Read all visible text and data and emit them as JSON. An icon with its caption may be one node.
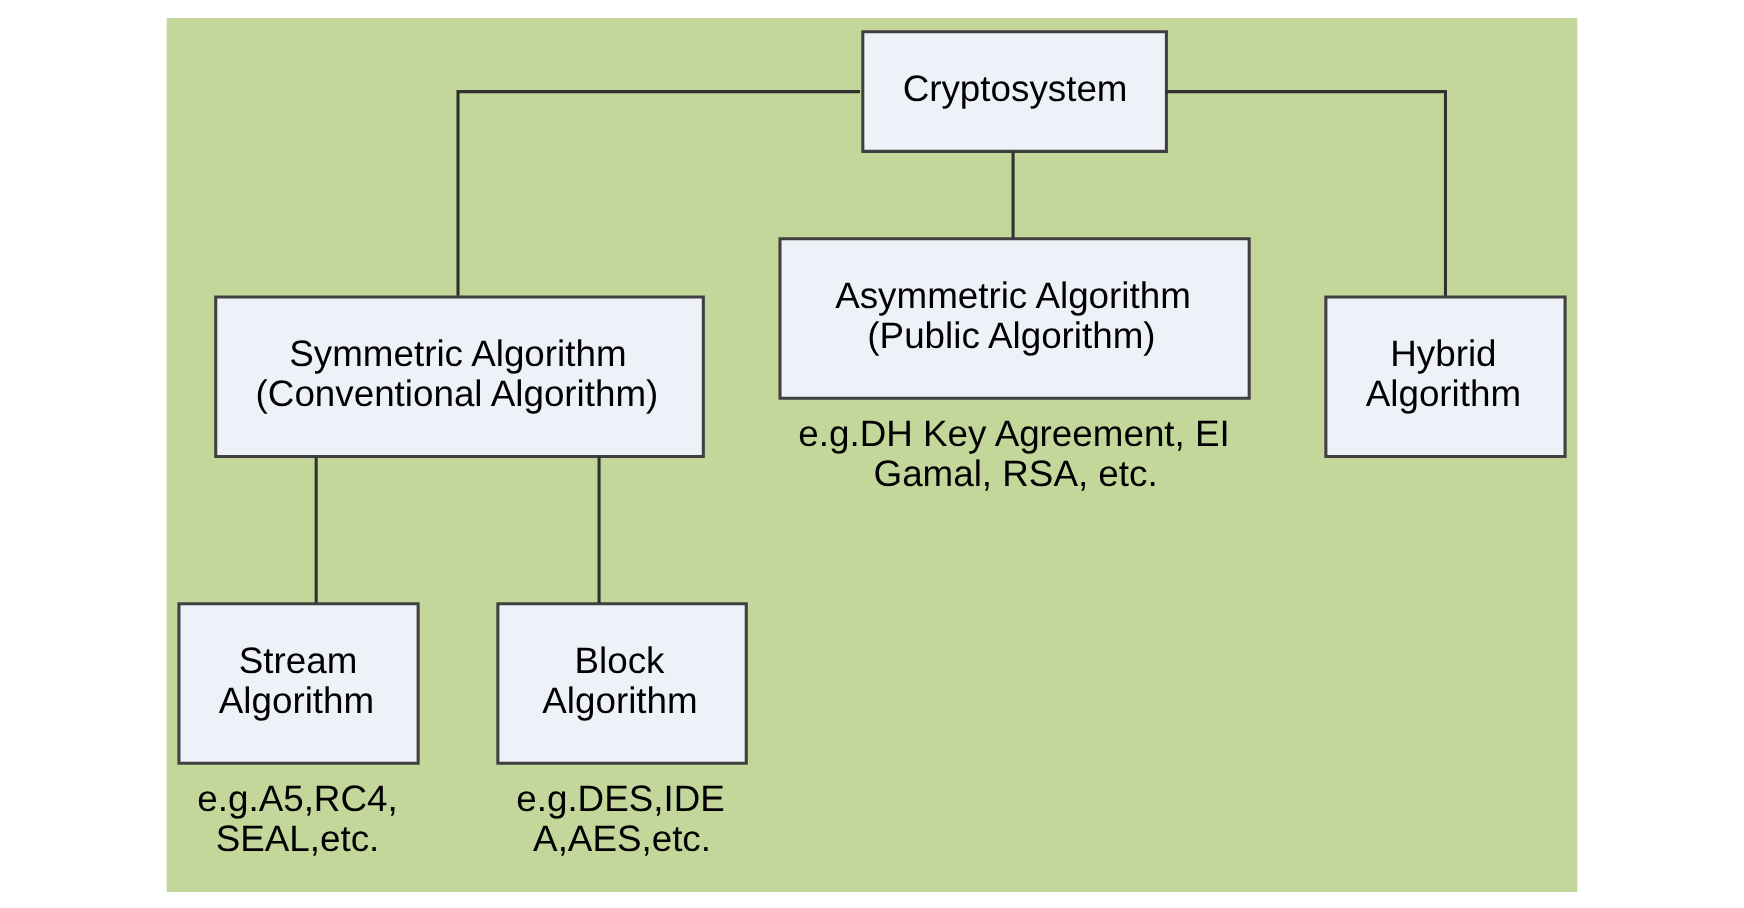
{
  "diagram": {
    "nodes": [
      {
        "text": [
          "Cryptosystem"
        ]
      },
      {
        "text": [
          "Symmetric Algorithm (Conventional Algorithm)"
        ]
      },
      {
        "text": [
          "Asymmetric Algorithm (Public Algorithm)"
        ],
        "beside": [
          "e.g.DH Key Agreement, EI Gamal, RSA, etc."
        ]
      },
      {
        "text": [
          "Hybrid Algorithm"
        ]
      },
      {
        "text": [
          "Stream Algorithm"
        ],
        "beside": [
          "e.g.A5,RC4, SEAL,etc."
        ]
      },
      {
        "text": [
          "Block Algorithm"
        ],
        "beside": [
          "e.g.DES,IDE A,AES,etc."
        ]
      }
    ],
    "edges": [
      {
        "from": 0,
        "to": 1,
        "arrow": "none"
      },
      {
        "from": 0,
        "to": 2,
        "arrow": "none"
      },
      {
        "from": 0,
        "to": 3,
        "arrow": "none"
      },
      {
        "from": 1,
        "to": 4,
        "arrow": "none"
      },
      {
        "from": 1,
        "to": 5,
        "arrow": "none"
      }
    ]
  }
}
